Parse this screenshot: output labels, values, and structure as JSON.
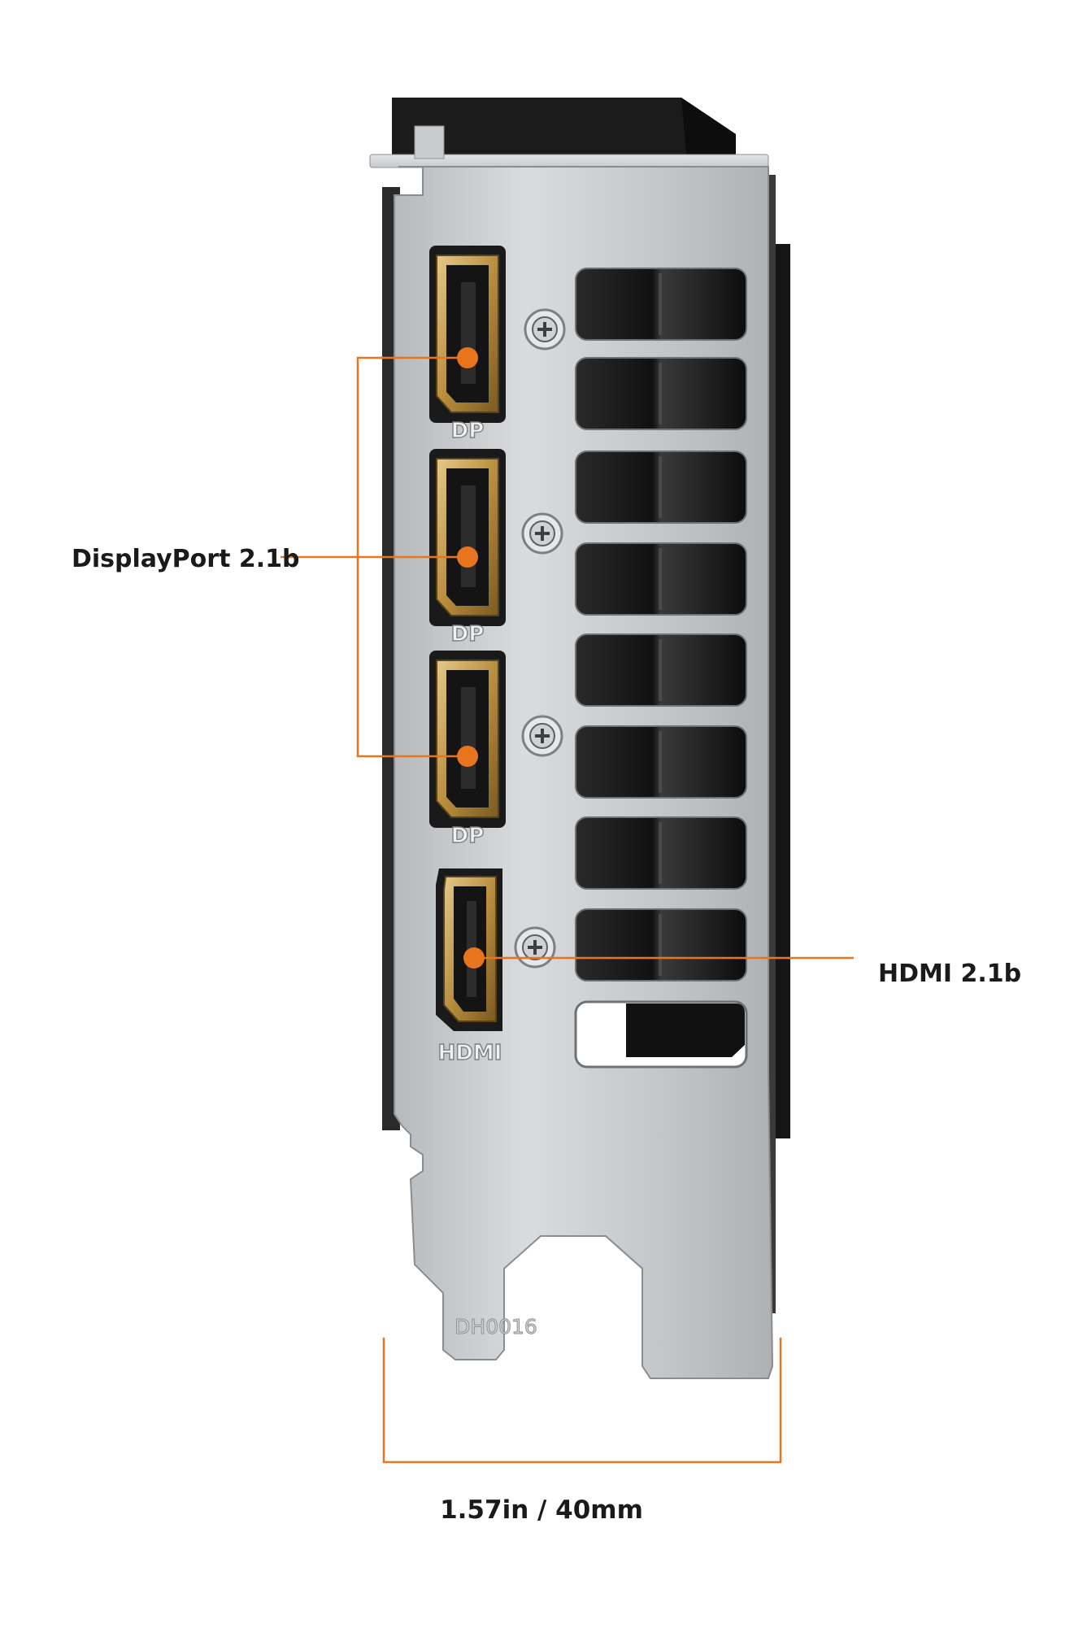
{
  "callouts": {
    "displayport": "DisplayPort 2.1b",
    "hdmi": "HDMI 2.1b"
  },
  "dimension": {
    "width_label": "1.57in / 40mm"
  },
  "bracket": {
    "port_labels": [
      "DP",
      "DP",
      "DP",
      "HDMI"
    ],
    "stamp": "DH0016"
  },
  "colors": {
    "accent": "#e8741e",
    "bracket_metal": "#c9cccf",
    "gold": "#c9a45a"
  }
}
